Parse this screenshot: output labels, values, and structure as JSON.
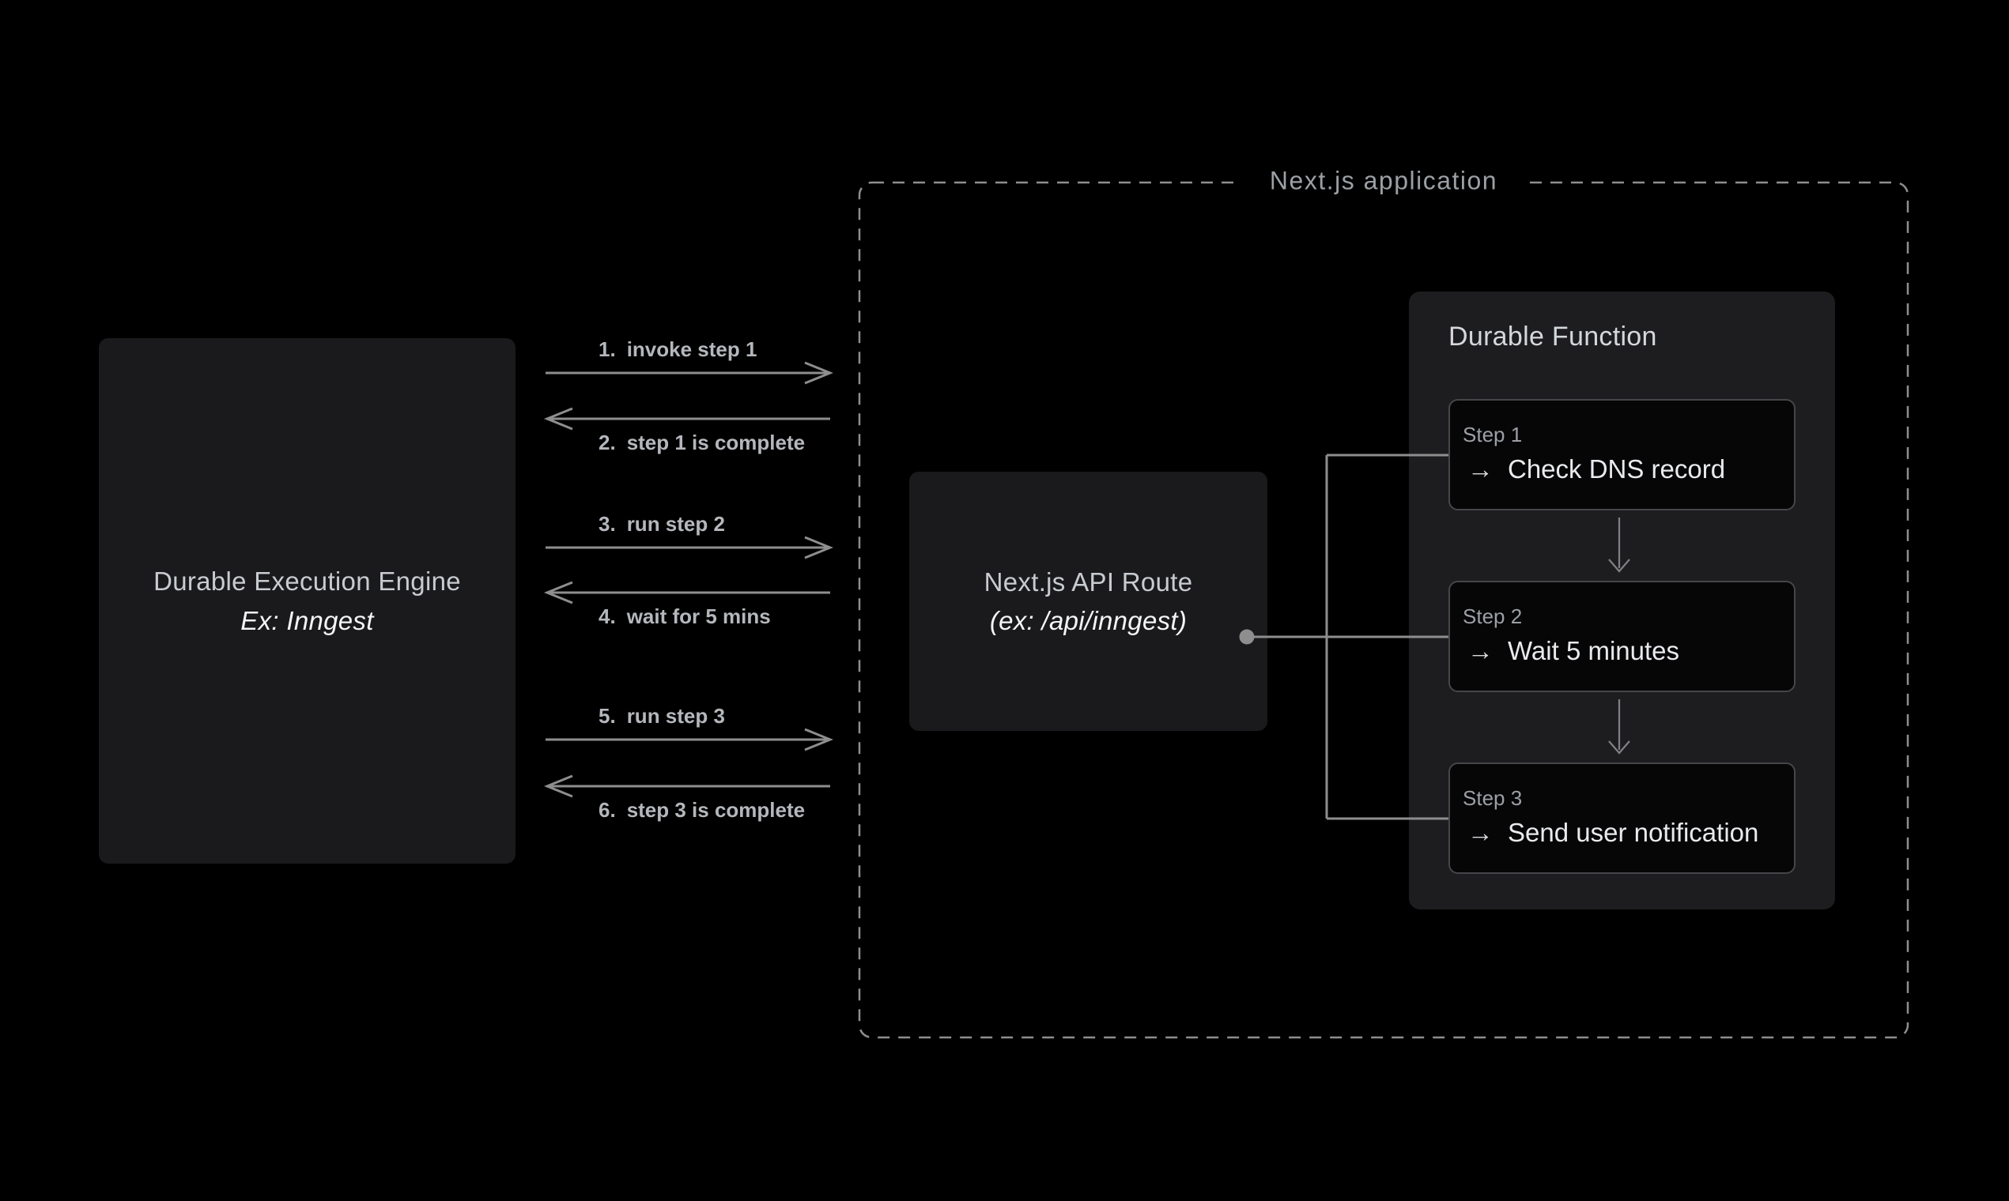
{
  "diagram": {
    "engine": {
      "title": "Durable Execution Engine",
      "subtitle": "Ex: Inngest"
    },
    "messages": [
      {
        "num": "1.",
        "text": "invoke step 1",
        "direction": "right"
      },
      {
        "num": "2.",
        "text": "step 1 is complete",
        "direction": "left"
      },
      {
        "num": "3.",
        "text": "run step 2",
        "direction": "right"
      },
      {
        "num": "4.",
        "text": "wait for 5 mins",
        "direction": "left"
      },
      {
        "num": "5.",
        "text": "run step 3",
        "direction": "right"
      },
      {
        "num": "6.",
        "text": "step 3 is complete",
        "direction": "left"
      }
    ],
    "container": {
      "label": "Next.js application"
    },
    "api_route": {
      "title": "Next.js API Route",
      "subtitle": "(ex: /api/inngest)"
    },
    "durable_function": {
      "title": "Durable Function",
      "step_arrow_icon": "→",
      "steps": [
        {
          "label": "Step 1",
          "action": "Check DNS record"
        },
        {
          "label": "Step 2",
          "action": "Wait 5 minutes"
        },
        {
          "label": "Step 3",
          "action": "Send user notification"
        }
      ]
    },
    "colors": {
      "background": "#000000",
      "box_fill": "#1a1a1c",
      "panel_fill": "#1d1d1f",
      "step_fill": "#060607",
      "step_border": "#46464a",
      "line": "#8e8e8e",
      "text_primary": "#f4f5f7",
      "text_secondary": "#c8cbd0",
      "text_muted": "#9ba0a5",
      "message_label_text": "#b4b7bb"
    }
  }
}
